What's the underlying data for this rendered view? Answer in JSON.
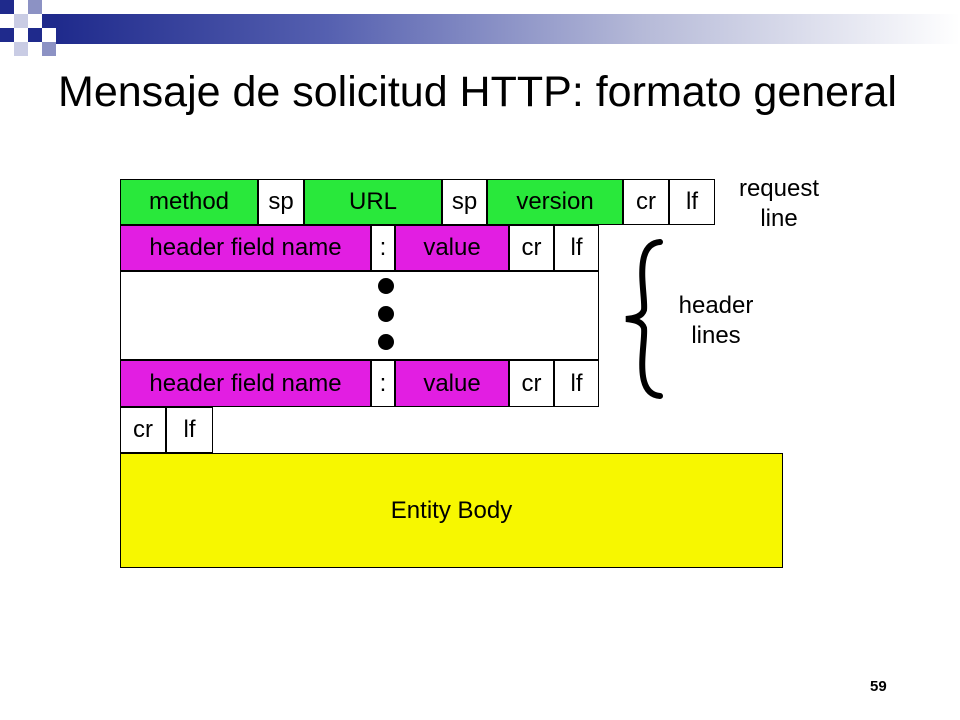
{
  "title": "Mensaje de solicitud HTTP: formato general",
  "page_number": "59",
  "colors": {
    "green": "#29e83b",
    "magenta": "#e21ee2",
    "yellow": "#f7f700",
    "accent_blue": "#1f2a8c"
  },
  "request_line": {
    "method": "method",
    "sp1": "sp",
    "url": "URL",
    "sp2": "sp",
    "version": "version",
    "cr": "cr",
    "lf": "lf",
    "label": "request line"
  },
  "header_line_1": {
    "name": "header field name",
    "colon": ":",
    "value": "value",
    "cr": "cr",
    "lf": "lf"
  },
  "header_line_2": {
    "name": "header field name",
    "colon": ":",
    "value": "value",
    "cr": "cr",
    "lf": "lf"
  },
  "header_lines_label": "header lines",
  "end_of_headers": {
    "cr": "cr",
    "lf": "lf"
  },
  "entity_body": "Entity Body"
}
